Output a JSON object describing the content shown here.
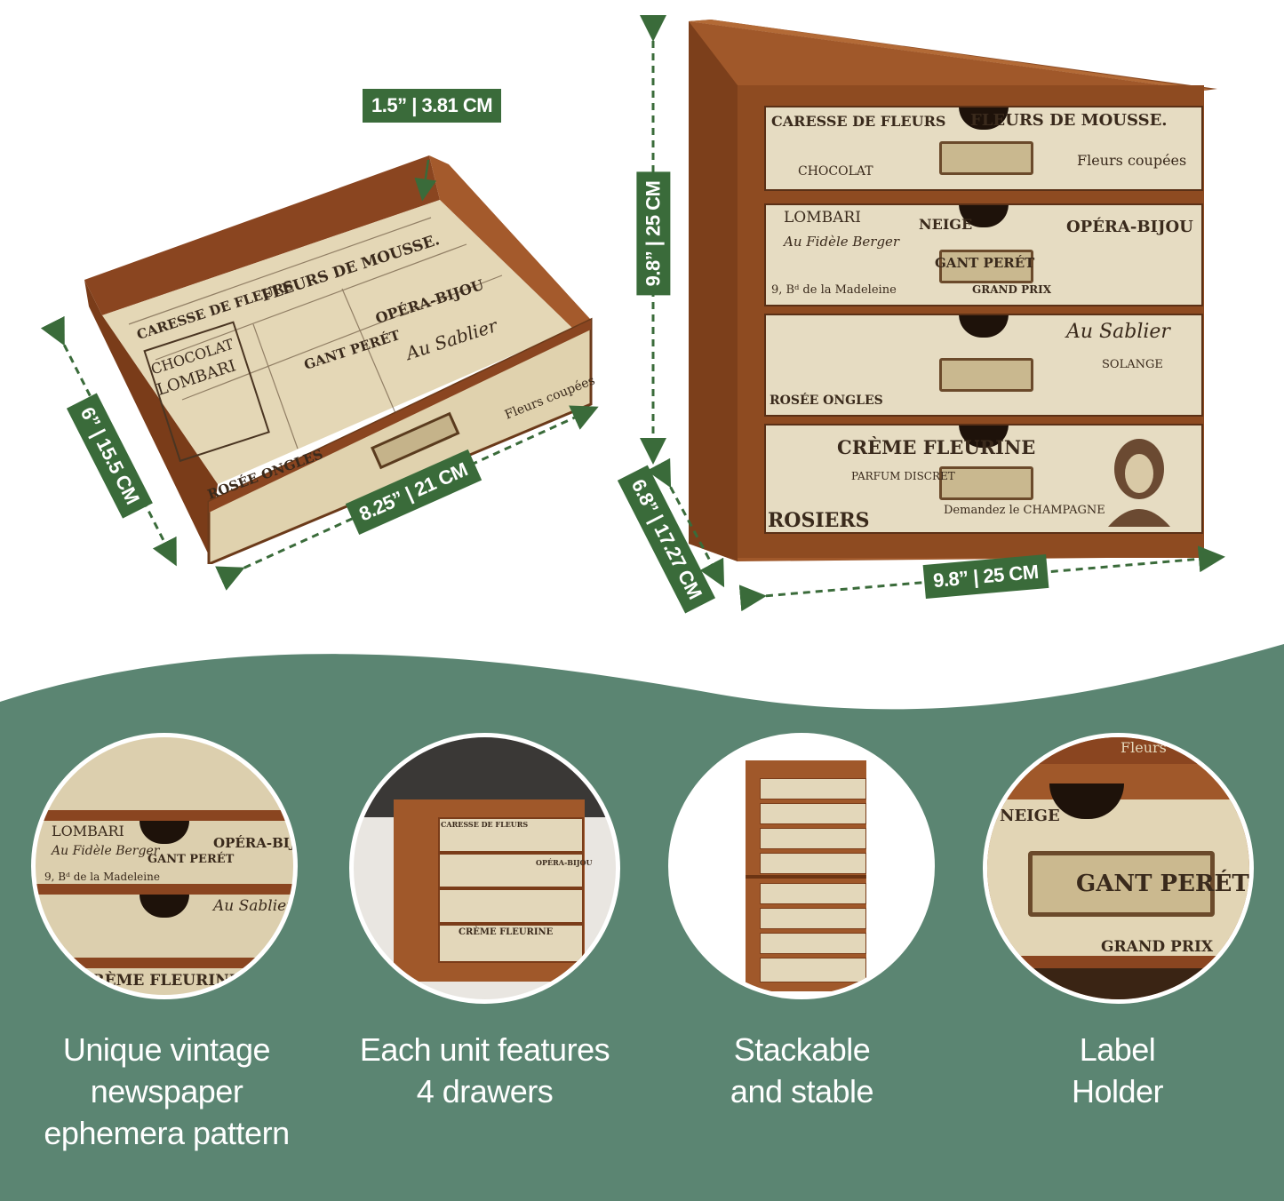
{
  "dimensions": {
    "drawer_height": "1.5” | 3.81 CM",
    "drawer_depth": "6” | 15.5 CM",
    "drawer_width": "8.25” | 21 CM",
    "unit_height": "9.8” | 25 CM",
    "unit_depth": "6.8” | 17.27 CM",
    "unit_width": "9.8” | 25 CM"
  },
  "print_text": {
    "caresse": "CARESSE DE FLEURS",
    "mousse": "FLEURS DE MOUSSE.",
    "chocolat": "CHOCOLAT",
    "lombari": "LOMBARI",
    "fidele": "Au Fidèle Berger",
    "opera": "OPÉRA-BIJOU",
    "gant": "GANT PERÉT",
    "grand_prix": "GRAND PRIX",
    "sablier": "Au Sablier",
    "solange": "SOLANGE",
    "rosee": "ROSÉE ONGLES",
    "creme": "CRÈME FLEURINE",
    "champagne": "Demandez le CHAMPAGNE",
    "rosiers": "ROSIERS",
    "fleurs_coupees": "Fleurs coupées",
    "madeleine": "9, Bᵈ de la Madeleine",
    "neige": "NEIGE",
    "parfum": "PARFUM DISCRET"
  },
  "features": [
    {
      "line1": "Unique vintage",
      "line2": "newspaper",
      "line3": "ephemera pattern"
    },
    {
      "line1": "Each unit features",
      "line2": "4 drawers",
      "line3": ""
    },
    {
      "line1": "Stackable",
      "line2": "and stable",
      "line3": ""
    },
    {
      "line1": "Label",
      "line2": "Holder",
      "line3": ""
    }
  ],
  "colors": {
    "green_band": "#5b8572",
    "tag_green": "#3a6b3a",
    "wood": "#9a4f22",
    "paper": "#e6dcc2"
  }
}
